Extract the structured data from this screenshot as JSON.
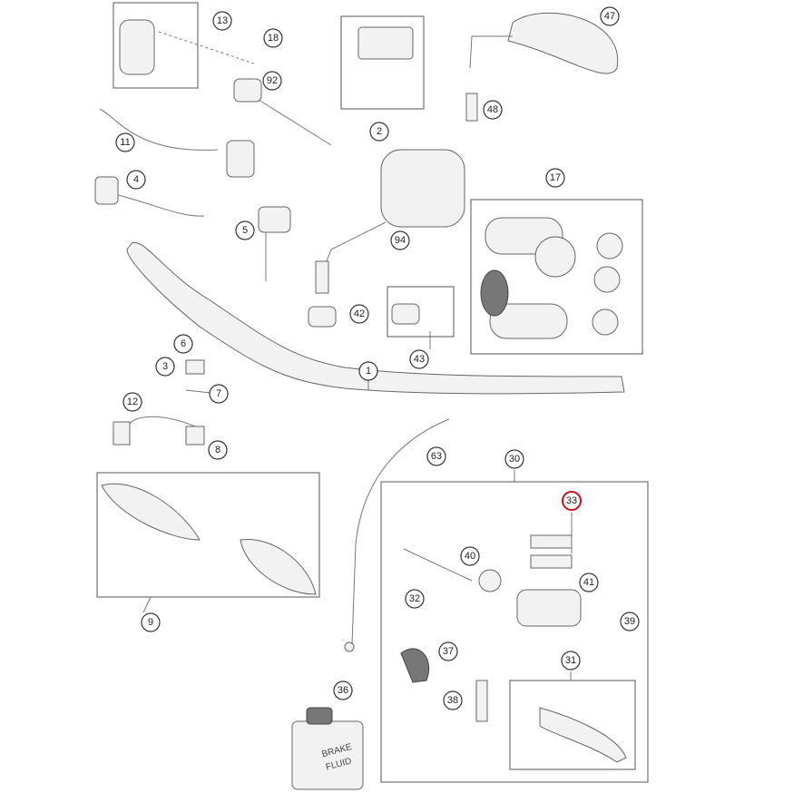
{
  "diagram": {
    "title": "Handlebar, controls exploded parts diagram",
    "callouts": [
      "13",
      "18",
      "92",
      "2",
      "47",
      "48",
      "11",
      "4",
      "17",
      "5",
      "94",
      "42",
      "43",
      "1",
      "6",
      "3",
      "7",
      "12",
      "8",
      "63",
      "30",
      "33",
      "40",
      "41",
      "32",
      "39",
      "9",
      "37",
      "31",
      "36",
      "38"
    ],
    "highlighted": "33",
    "highlight_color": "#d0101a",
    "brake_fluid_label": [
      "BRAKE",
      "FLUID"
    ]
  }
}
